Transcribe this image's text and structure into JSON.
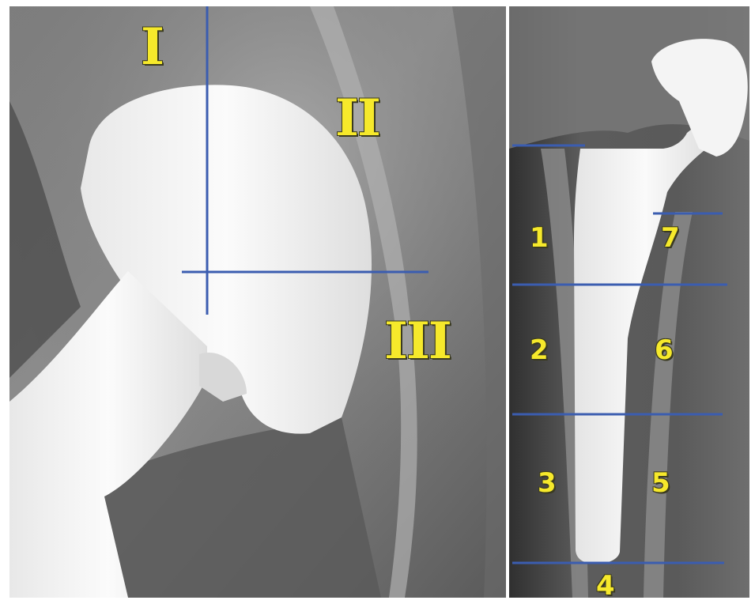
{
  "colors": {
    "overlay_line": "#3b5db0",
    "label_fill": "#f6e92b",
    "implant": "#f2f2f2",
    "bone_dark": "#4a4a4a",
    "bone_mid": "#8a8a8a"
  },
  "acetabular_zones": {
    "zone_1": "I",
    "zone_2": "II",
    "zone_3": "III"
  },
  "femoral_zones": {
    "zone_1": "1",
    "zone_2": "2",
    "zone_3": "3",
    "zone_4": "4",
    "zone_5": "5",
    "zone_6": "6",
    "zone_7": "7"
  }
}
